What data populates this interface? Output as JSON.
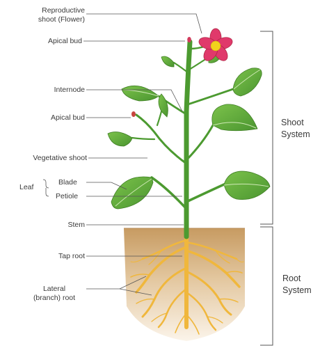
{
  "labels": {
    "reproductive_shoot_line1": "Reproductive",
    "reproductive_shoot_line2": "shoot (Flower)",
    "apical_bud_top": "Apical bud",
    "internode": "Internode",
    "apical_bud_side": "Apical bud",
    "vegetative_shoot": "Vegetative shoot",
    "leaf": "Leaf",
    "blade": "Blade",
    "petiole": "Petiole",
    "stem": "Stem",
    "tap_root": "Tap root",
    "lateral_root_line1": "Lateral",
    "lateral_root_line2": "(branch) root"
  },
  "systems": {
    "shoot_line1": "Shoot",
    "shoot_line2": "System",
    "root_line1": "Root",
    "root_line2": "System"
  },
  "colors": {
    "leaf": "#5fa83a",
    "leaf_dark": "#3f7f24",
    "stem": "#4c9a30",
    "petal": "#e0396b",
    "flower_center": "#f2d21c",
    "soil_top": "#c9a06a",
    "soil_bottom": "#f4e7d2",
    "root": "#f0b73c",
    "line": "#555555"
  }
}
